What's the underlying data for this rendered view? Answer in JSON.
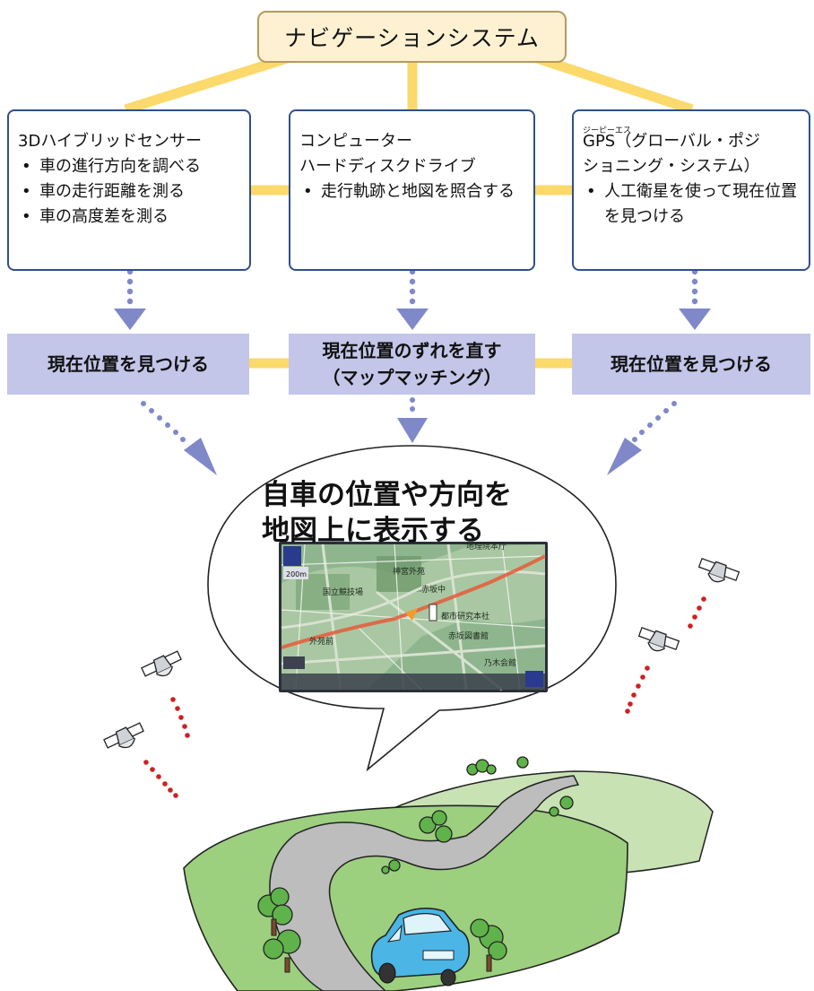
{
  "title": "ナビゲーションシステム",
  "systems": [
    {
      "heading": "3Dハイブリッドセンサー",
      "items": [
        "車の進行方向を調べる",
        "車の走行距離を測る",
        "車の高度差を測る"
      ]
    },
    {
      "heading_line1": "コンピューター",
      "heading_line2": "ハードディスクドライブ",
      "items": [
        "走行軌跡と地図を照合する"
      ]
    },
    {
      "ruby": "ジーピーエス",
      "heading_line1": "GPS（グローバル・ポジ",
      "heading_line2": "ショニング・システム）",
      "items": [
        "人工衛星を使って現在位置を見つける"
      ]
    }
  ],
  "results": [
    {
      "text": "現在位置を見つける"
    },
    {
      "line1": "現在位置のずれを直す",
      "line2": "（マップマッチング）"
    },
    {
      "text": "現在位置を見つける"
    }
  ],
  "bubble": {
    "line1": "自車の位置や方向を",
    "line2": "地図上に表示する"
  },
  "map_screen": {
    "labels": [
      "地理院本庁",
      "神宮外苑",
      "赤坂中",
      "国立競技場",
      "都市研究本社",
      "赤坂図書館",
      "外苑前",
      "乃木会館"
    ],
    "scale": "200m"
  },
  "colors": {
    "connector": "#fbd96a",
    "box_border": "#2f4f8f",
    "result_fill": "#c3c6e8",
    "arrow": "#7f89c9",
    "title_fill": "#fdf1d2",
    "signal_dots": "#d01f23",
    "grass": "#9ccf7e",
    "road": "#bdbdbd",
    "car": "#4bb5e6"
  }
}
